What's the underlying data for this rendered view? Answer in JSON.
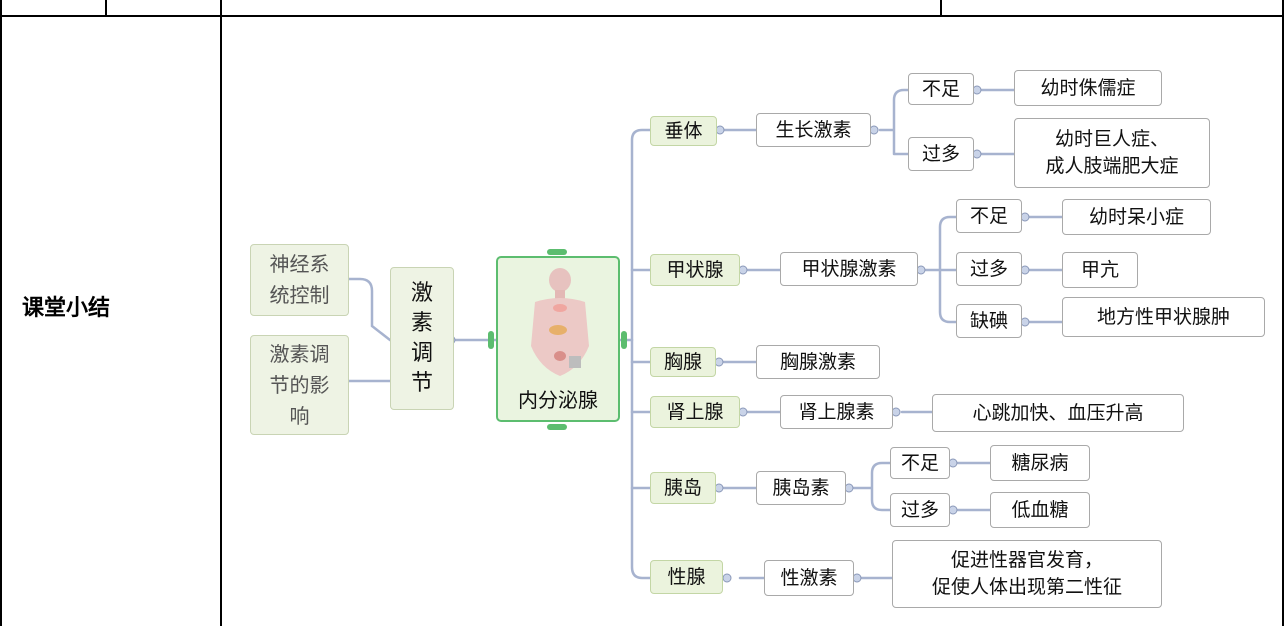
{
  "left_label": "课堂小结",
  "left_nodes": [
    {
      "key": "nerve",
      "text": "神经系\n统控制"
    },
    {
      "key": "influence",
      "text": "激素调\n节的影\n响"
    }
  ],
  "hormone_reg": "激\n素\n调\n节",
  "center": "内分泌腺",
  "glands": [
    {
      "key": "pituitary",
      "name": "垂体",
      "hormone": "生长激素",
      "effects": [
        {
          "cond": "不足",
          "result": "幼时侏儒症"
        },
        {
          "cond": "过多",
          "result": "幼时巨人症、\n成人肢端肥大症"
        }
      ]
    },
    {
      "key": "thyroid",
      "name": "甲状腺",
      "hormone": "甲状腺激素",
      "effects": [
        {
          "cond": "不足",
          "result": "幼时呆小症"
        },
        {
          "cond": "过多",
          "result": "甲亢"
        },
        {
          "cond": "缺碘",
          "result": "地方性甲状腺肿"
        }
      ]
    },
    {
      "key": "thymus",
      "name": "胸腺",
      "hormone": "胸腺激素",
      "effects": []
    },
    {
      "key": "adrenal",
      "name": "肾上腺",
      "hormone": "肾上腺素",
      "effects": [
        {
          "cond": "",
          "result": "心跳加快、血压升高"
        }
      ]
    },
    {
      "key": "islet",
      "name": "胰岛",
      "hormone": "胰岛素",
      "effects": [
        {
          "cond": "不足",
          "result": "糖尿病"
        },
        {
          "cond": "过多",
          "result": "低血糖"
        }
      ]
    },
    {
      "key": "gonad",
      "name": "性腺",
      "hormone": "性激素",
      "effects": [
        {
          "cond": "",
          "result": "促进性器官发育，\n促使人体出现第二性征"
        }
      ]
    }
  ],
  "colors": {
    "connector": "#a7b3cf",
    "center_border": "#5cbd6f",
    "gland_fill": "#ebf3dd"
  }
}
